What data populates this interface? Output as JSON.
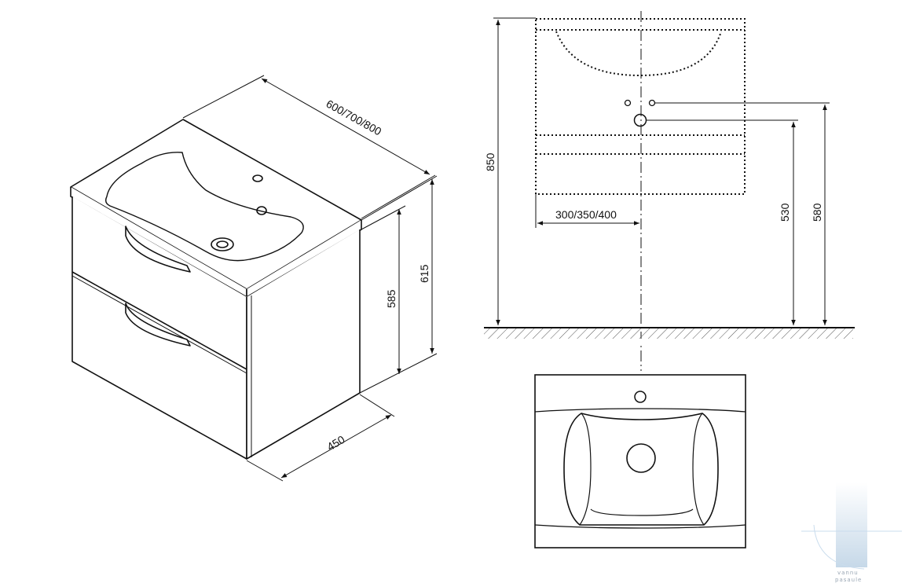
{
  "dimensions": {
    "width_options": "600/700/800",
    "depth": "450",
    "cabinet_height": "585",
    "total_height": "615",
    "mount_height": "850",
    "offset_options": "300/350/400",
    "drain_height": "530",
    "pipe_height": "580"
  },
  "watermark": {
    "line1": "vannu",
    "line2": "pasaule"
  },
  "colors": {
    "line": "#111111",
    "hatch": "#555555",
    "watermark": "#c9dced"
  }
}
